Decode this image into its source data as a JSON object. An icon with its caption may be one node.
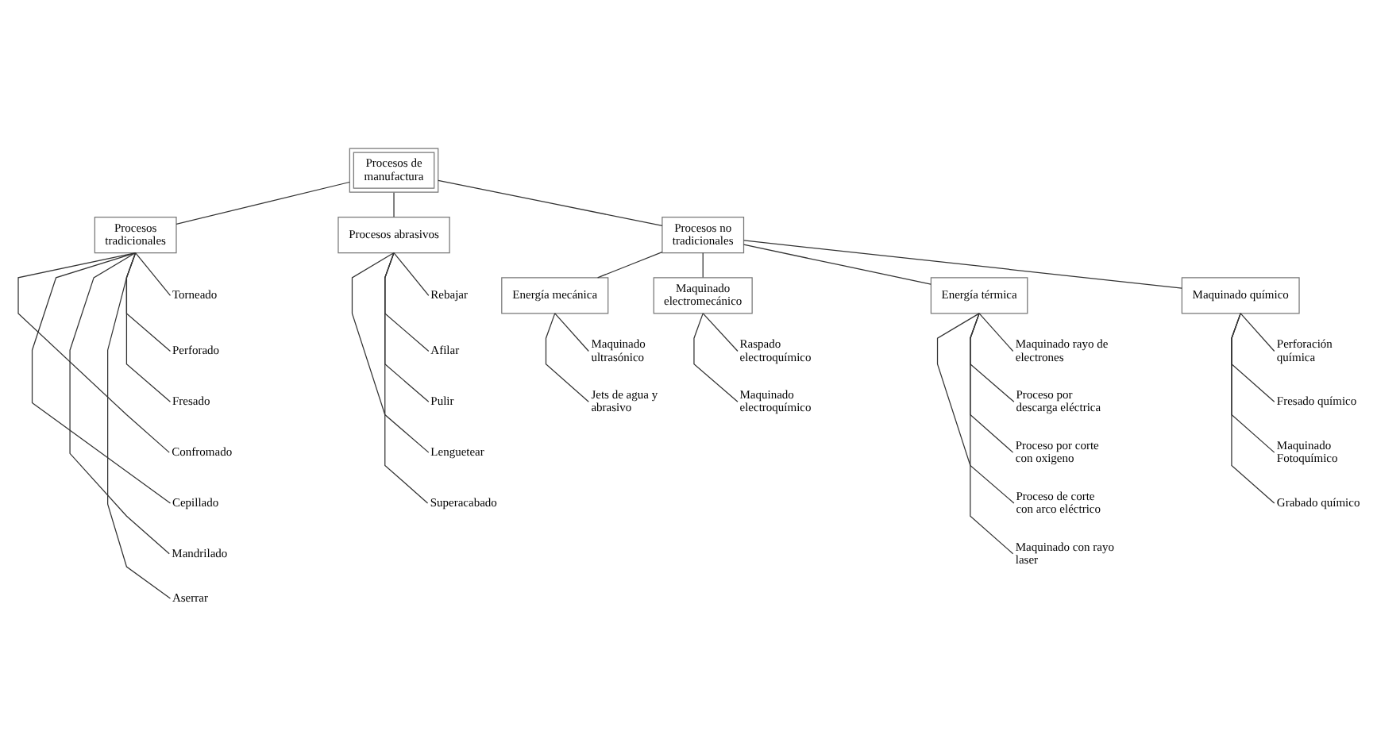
{
  "diagram": {
    "nodes": [
      {
        "text": [
          "Procesos de manufactura"
        ]
      },
      {
        "text": [
          "Procesos tradicionales"
        ]
      },
      {
        "text": [
          "Procesos abrasivos"
        ]
      },
      {
        "text": [
          "Procesos no tradicionales"
        ]
      },
      {
        "text": [
          "Energía mecánica"
        ]
      },
      {
        "text": [
          "Maquinado electromecánico"
        ]
      },
      {
        "text": [
          "Energía térmica"
        ]
      },
      {
        "text": [
          "Maquinado químico"
        ]
      },
      {
        "text": [
          "Torneado"
        ]
      },
      {
        "text": [
          "Perforado"
        ]
      },
      {
        "text": [
          "Fresado"
        ]
      },
      {
        "text": [
          "Confromado"
        ]
      },
      {
        "text": [
          "Cepillado"
        ]
      },
      {
        "text": [
          "Mandrilado"
        ]
      },
      {
        "text": [
          "Aserrar"
        ]
      },
      {
        "text": [
          "Rebajar"
        ]
      },
      {
        "text": [
          "Afilar"
        ]
      },
      {
        "text": [
          "Pulir"
        ]
      },
      {
        "text": [
          "Lenguetear"
        ]
      },
      {
        "text": [
          "Superacabado"
        ]
      },
      {
        "text": [
          "Maquinado ultrasónico"
        ]
      },
      {
        "text": [
          "Jets de agua y abrasivo"
        ]
      },
      {
        "text": [
          "Raspado electroquímico"
        ]
      },
      {
        "text": [
          "Maquinado electroquímico"
        ]
      },
      {
        "text": [
          "Maquinado rayo de electrones"
        ]
      },
      {
        "text": [
          "Proceso por descarga eléctrica"
        ]
      },
      {
        "text": [
          "Proceso por corte con oxigeno"
        ]
      },
      {
        "text": [
          "Proceso de corte con arco eléctrico"
        ]
      },
      {
        "text": [
          "Maquinado con rayo laser"
        ]
      },
      {
        "text": [
          "Perforación química"
        ]
      },
      {
        "text": [
          "Fresado químico"
        ]
      },
      {
        "text": [
          "Maquinado Fotoquímico"
        ]
      },
      {
        "text": [
          "Grabado químico"
        ]
      }
    ],
    "edges": [
      {
        "from": 0,
        "to": 1,
        "arrow": "none"
      },
      {
        "from": 0,
        "to": 2,
        "arrow": "none"
      },
      {
        "from": 0,
        "to": 3,
        "arrow": "none"
      },
      {
        "from": 3,
        "to": 4,
        "arrow": "none"
      },
      {
        "from": 3,
        "to": 5,
        "arrow": "none"
      },
      {
        "from": 3,
        "to": 6,
        "arrow": "none"
      },
      {
        "from": 3,
        "to": 7,
        "arrow": "none"
      },
      {
        "from": 1,
        "to": 8,
        "arrow": "none"
      },
      {
        "from": 1,
        "to": 9,
        "arrow": "none"
      },
      {
        "from": 1,
        "to": 10,
        "arrow": "none"
      },
      {
        "from": 1,
        "to": 11,
        "arrow": "none"
      },
      {
        "from": 1,
        "to": 12,
        "arrow": "none"
      },
      {
        "from": 1,
        "to": 13,
        "arrow": "none"
      },
      {
        "from": 1,
        "to": 14,
        "arrow": "none"
      },
      {
        "from": 2,
        "to": 15,
        "arrow": "none"
      },
      {
        "from": 2,
        "to": 16,
        "arrow": "none"
      },
      {
        "from": 2,
        "to": 17,
        "arrow": "none"
      },
      {
        "from": 2,
        "to": 18,
        "arrow": "none"
      },
      {
        "from": 2,
        "to": 19,
        "arrow": "none"
      },
      {
        "from": 4,
        "to": 20,
        "arrow": "none"
      },
      {
        "from": 4,
        "to": 21,
        "arrow": "none"
      },
      {
        "from": 5,
        "to": 22,
        "arrow": "none"
      },
      {
        "from": 5,
        "to": 23,
        "arrow": "none"
      },
      {
        "from": 6,
        "to": 24,
        "arrow": "none"
      },
      {
        "from": 6,
        "to": 25,
        "arrow": "none"
      },
      {
        "from": 6,
        "to": 26,
        "arrow": "none"
      },
      {
        "from": 6,
        "to": 27,
        "arrow": "none"
      },
      {
        "from": 6,
        "to": 28,
        "arrow": "none"
      },
      {
        "from": 7,
        "to": 29,
        "arrow": "none"
      },
      {
        "from": 7,
        "to": 30,
        "arrow": "none"
      },
      {
        "from": 7,
        "to": 31,
        "arrow": "none"
      },
      {
        "from": 7,
        "to": 32,
        "arrow": "none"
      }
    ]
  }
}
